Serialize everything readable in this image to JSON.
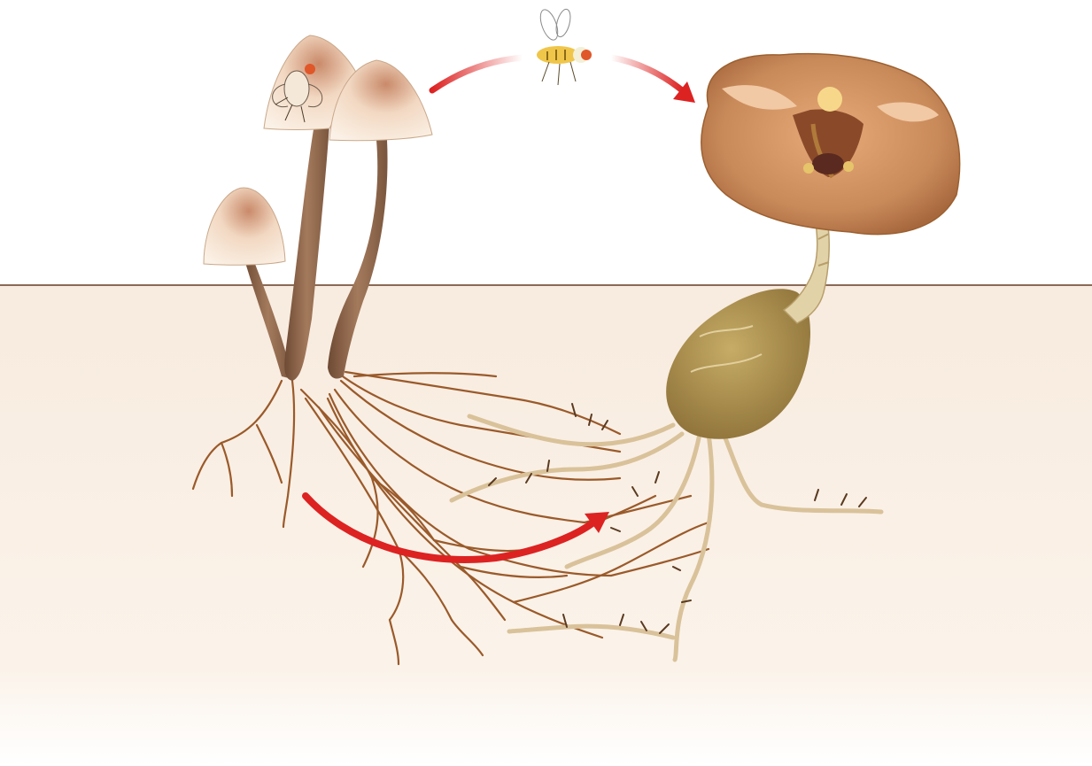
{
  "diagram": {
    "labels": [],
    "subjects": {
      "mushrooms": "mushroom-cluster",
      "orchid": "orchid-flower",
      "fly": "fruit-fly",
      "tuber": "orchid-tuber",
      "mycelium": "fungal-hyphae"
    },
    "colors": {
      "sky": "#ffffff",
      "soil": "#f8ebdf",
      "ground_line": "#8a6a55",
      "arrow": "#dd2222",
      "hyphae": "#9a5a2a",
      "roots": "#d9c29a",
      "stem": "#8c6448",
      "cap": "#f6ddc6",
      "orchid_petal": "#c98a5a",
      "tuber": "#a88a48"
    }
  }
}
